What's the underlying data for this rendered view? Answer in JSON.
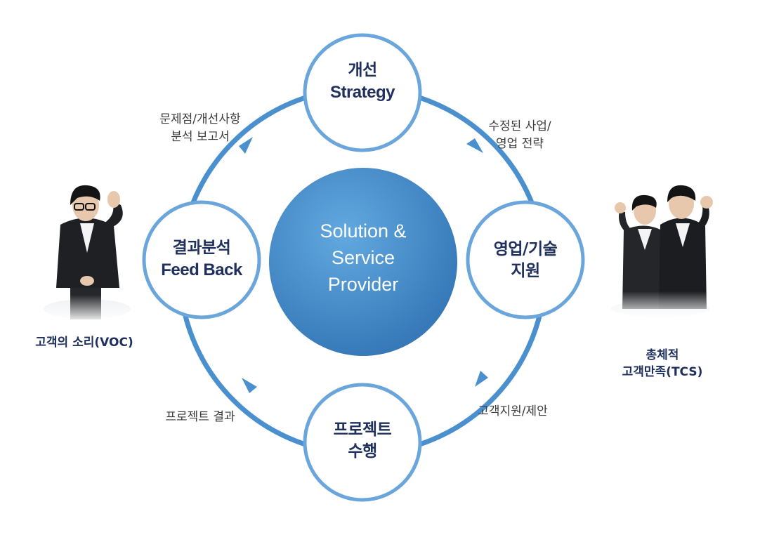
{
  "center": {
    "lines": [
      "Solution &",
      "Service",
      "Provider"
    ]
  },
  "nodes": {
    "top": {
      "line1": "개선",
      "line2": "Strategy"
    },
    "right": {
      "line1": "영업/기술",
      "line2": "지원"
    },
    "bottom": {
      "line1": "프로젝트",
      "line2": "수행"
    },
    "left": {
      "line1": "결과분석",
      "line2": "Feed Back"
    }
  },
  "edges": {
    "top_right": {
      "line1": "수정된 사업/",
      "line2": "영업 전략"
    },
    "bottom_right": {
      "line1": "고객지원/제안"
    },
    "bottom_left": {
      "line1": "프로젝트 결과"
    },
    "top_left": {
      "line1": "문제점/개선사항",
      "line2": "분석 보고서"
    }
  },
  "people": {
    "left": {
      "caption": "고객의 소리(VOC)"
    },
    "right": {
      "caption_line1": "총체적",
      "caption_line2": "고객만족(TCS)"
    }
  },
  "colors": {
    "ring": "#4a90cf",
    "hub_light": "#5aa2dc",
    "hub_dark": "#3a7dbd",
    "node_text": "#1f2f5e",
    "suit": "#1e2024"
  }
}
